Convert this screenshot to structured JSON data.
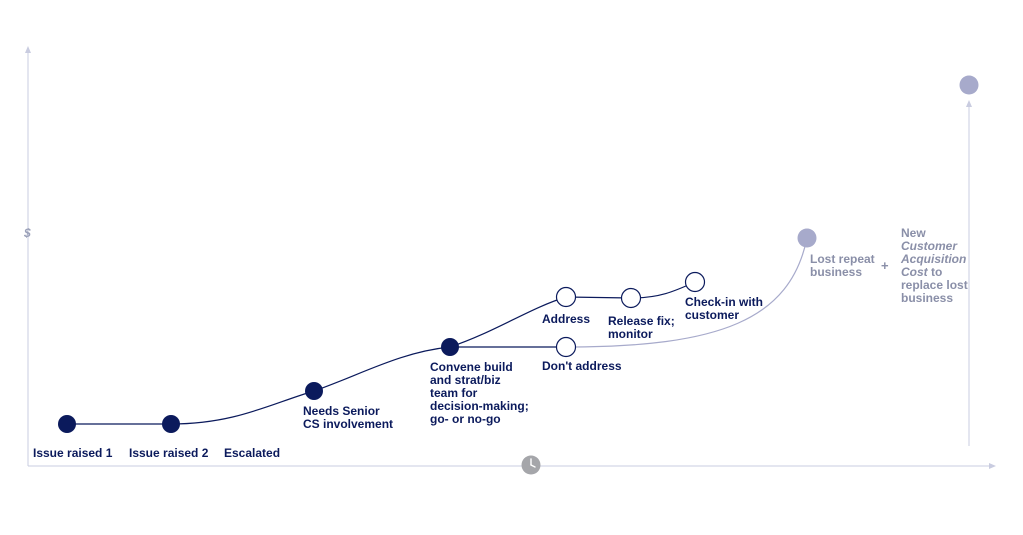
{
  "axis": {
    "y_symbol": "$"
  },
  "colors": {
    "primary": "#0b1a5c",
    "muted": "#a7aacb",
    "axis": "#c9cce0",
    "text_muted": "#8a8fa8"
  },
  "icons": {
    "time": "clock-icon"
  },
  "steps": {
    "issue_raised_1": "Issue raised 1",
    "issue_raised_2": "Issue raised 2",
    "escalated": "Escalated",
    "needs_senior": "Needs Senior CS involvement",
    "convene": "Convene build and strat/biz team for decision-making; go- or no-go",
    "address": "Address",
    "dont_address": "Don't address",
    "release_fix": "Release fix; monitor",
    "check_in": "Check-in with customer",
    "lost_repeat": "Lost repeat business",
    "plus": "+",
    "new": "New",
    "cac": "Customer Acquisition Cost",
    "to_replace": "to replace lost business"
  }
}
